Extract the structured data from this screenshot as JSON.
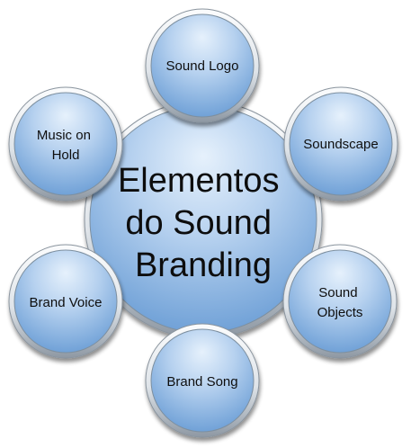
{
  "center": {
    "lines": [
      "Elementos",
      "do Sound",
      "Branding"
    ]
  },
  "nodes": [
    {
      "id": "sound-logo",
      "lines": [
        "Sound Logo"
      ]
    },
    {
      "id": "soundscape",
      "lines": [
        "Soundscape"
      ]
    },
    {
      "id": "sound-objects",
      "lines": [
        "Sound",
        "Objects"
      ]
    },
    {
      "id": "brand-song",
      "lines": [
        "Brand Song"
      ]
    },
    {
      "id": "brand-voice",
      "lines": [
        "Brand Voice"
      ]
    },
    {
      "id": "music-on-hold",
      "lines": [
        "Music on",
        "Hold"
      ]
    }
  ],
  "colors": {
    "fill_light": "#d9e9f9",
    "fill_mid": "#a9c9ec",
    "fill_dark": "#6b9fd8",
    "ring_light": "#f4f6f8",
    "ring_dark": "#9aa4ae",
    "text": "#111111"
  }
}
